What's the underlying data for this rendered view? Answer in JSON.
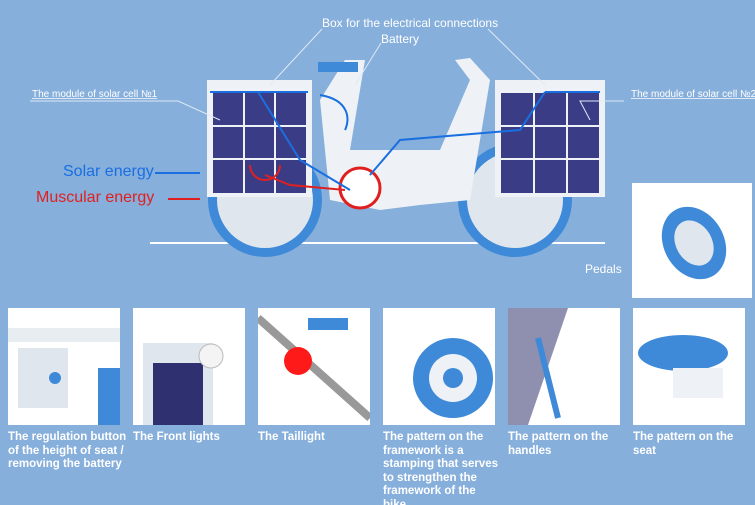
{
  "labels": {
    "box_connections": "Box for the electrical connections",
    "battery": "Battery",
    "module1": "The module of solar cell  №1",
    "module2": "The module of solar cell №2",
    "solar_energy": "Solar energy",
    "muscular_energy": "Muscular energy",
    "pedals": "Pedals"
  },
  "colors": {
    "background": "#86afdb",
    "solar": "#1a6fe0",
    "muscular": "#e02020",
    "panel": "#3b3c86"
  },
  "details": [
    {
      "caption": "The regulation button of the height of seat / removing the battery"
    },
    {
      "caption": "The Front lights"
    },
    {
      "caption": "The Taillight"
    },
    {
      "caption": "The pattern on the framework is a stamping that serves to strengthen the framework of the bike."
    },
    {
      "caption": "The pattern on the handles"
    },
    {
      "caption": "The pattern on the seat"
    }
  ]
}
